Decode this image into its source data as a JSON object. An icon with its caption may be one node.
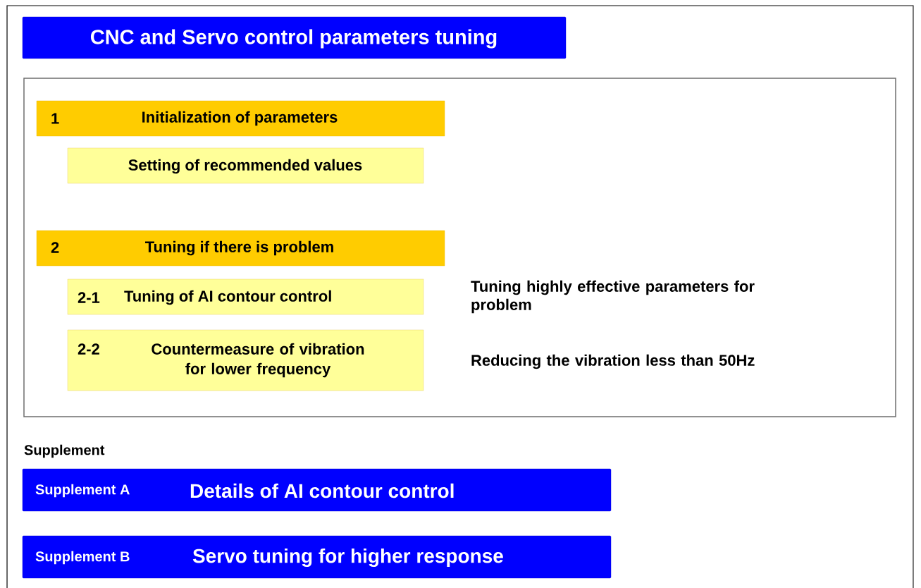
{
  "diagram": {
    "nodes": [
      {
        "text": [
          "CNC and Servo control parameters tuning"
        ]
      },
      {
        "text": [],
        "shape": "box"
      },
      {
        "text": [
          "1",
          "Initialization of parameters"
        ],
        "in": 1
      },
      {
        "text": [
          "Setting of recommended values"
        ],
        "in": 1
      },
      {
        "text": [
          "2",
          "Tuning if there is problem"
        ],
        "in": 1
      },
      {
        "text": [
          "2-1",
          "Tuning of AI contour control"
        ],
        "beside": [
          "Tuning highly effective parameters for problem"
        ],
        "in": 1
      },
      {
        "text": [
          "2-2",
          "Countermeasure of vibration for lower frequency"
        ],
        "beside": [
          "Reducing the vibration less than 50Hz"
        ],
        "in": 1
      },
      {
        "text": [
          "Supplement A",
          "Details of AI contour control"
        ]
      },
      {
        "text": [
          "Supplement B",
          "Servo tuning for higher response"
        ]
      }
    ],
    "edges": [],
    "labels": [
      "Supplement"
    ]
  }
}
